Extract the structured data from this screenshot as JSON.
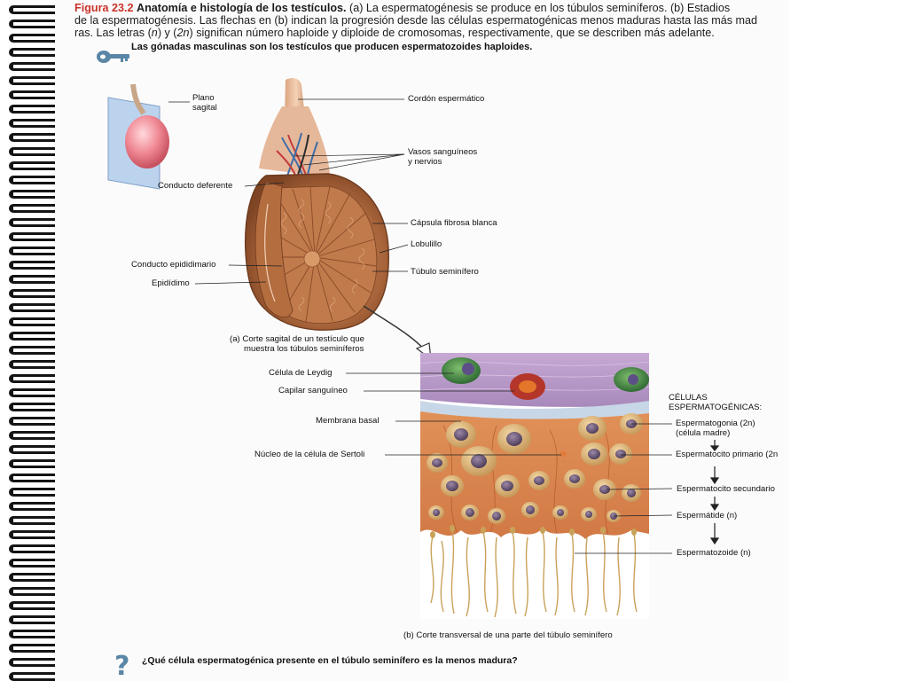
{
  "caption": {
    "figure_label": "Figura 23.2",
    "title": "Anatomía e histología de los testículos.",
    "line1_rest": "(a) La espermatogénesis se produce en los túbulos seminíferos. (b) Estadios",
    "line2": "de la espermatogénesis. Las flechas en (b) indican la progresión desde las células espermatogénicas menos maduras hasta las más mad",
    "line3_a": "ras. Las letras (",
    "line3_n": "n",
    "line3_b": ") y (",
    "line3_2n": "2n",
    "line3_c": ") significan número haploide y diploide de cromosomas, respectivamente, que se describen más adelante."
  },
  "section_heading": "Las gónadas masculinas son los testículos que producen espermatozoides haploides.",
  "panel_a": {
    "plane_label_1": "Plano",
    "plane_label_2": "sagital",
    "labels": {
      "cordon": "Cordón espermático",
      "vasos_1": "Vasos sanguíneos",
      "vasos_2": "y nervios",
      "conducto_deferente": "Conducto deferente",
      "capsula": "Cápsula fibrosa blanca",
      "lobulillo": "Lobulillo",
      "conducto_epididimario": "Conducto epididimario",
      "tubulo": "Túbulo seminífero",
      "epididimo": "Epidídimo"
    },
    "caption_1": "(a) Corte sagital de un testículo que",
    "caption_2": "muestra los túbulos seminíferos"
  },
  "panel_b": {
    "labels": {
      "leydig": "Célula de Leydig",
      "capilar": "Capilar sanguíneo",
      "membrana": "Membrana basal",
      "sertoli": "Núcleo de la célula de Sertoli"
    },
    "cells_heading_1": "CÉLULAS",
    "cells_heading_2": "ESPERMATOGÉNICAS:",
    "cells": {
      "espermatogonia": "Espermatogonia (2n)",
      "espermatogonia_sub": "(célula madre)",
      "primario": "Espermatocito primario (2n",
      "secundario": "Espermatocito secundario",
      "espermatide": "Espermátide (n)",
      "espermatozoide": "Espermatozoide (n)"
    },
    "caption": "(b) Corte transversal de una parte del túbulo seminífero"
  },
  "question": "¿Qué célula espermatogénica presente en el túbulo seminífero es la menos madura?",
  "colors": {
    "figure_red": "#c9322a",
    "testis_brown": "#a8643a",
    "tissue_orange": "#d9834f",
    "connective_purple": "#b89bc7",
    "leydig_green": "#4d8a4c"
  }
}
